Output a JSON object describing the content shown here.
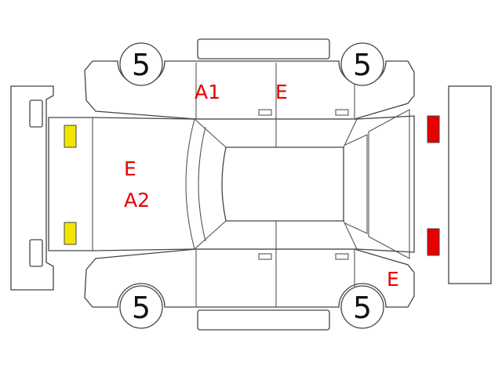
{
  "tires": {
    "front_left": "5",
    "front_right": "5",
    "rear_left": "5",
    "rear_right": "5"
  },
  "damage_codes": {
    "roof_left_a": "A1",
    "roof_left_b": "E",
    "hood_line1": "E",
    "hood_line2": "A2",
    "rear_right_quarter": "E"
  },
  "colors": {
    "code_text": "#e60000",
    "headlight": "#f2e600",
    "taillight": "#e60000",
    "outline": "#444444"
  }
}
